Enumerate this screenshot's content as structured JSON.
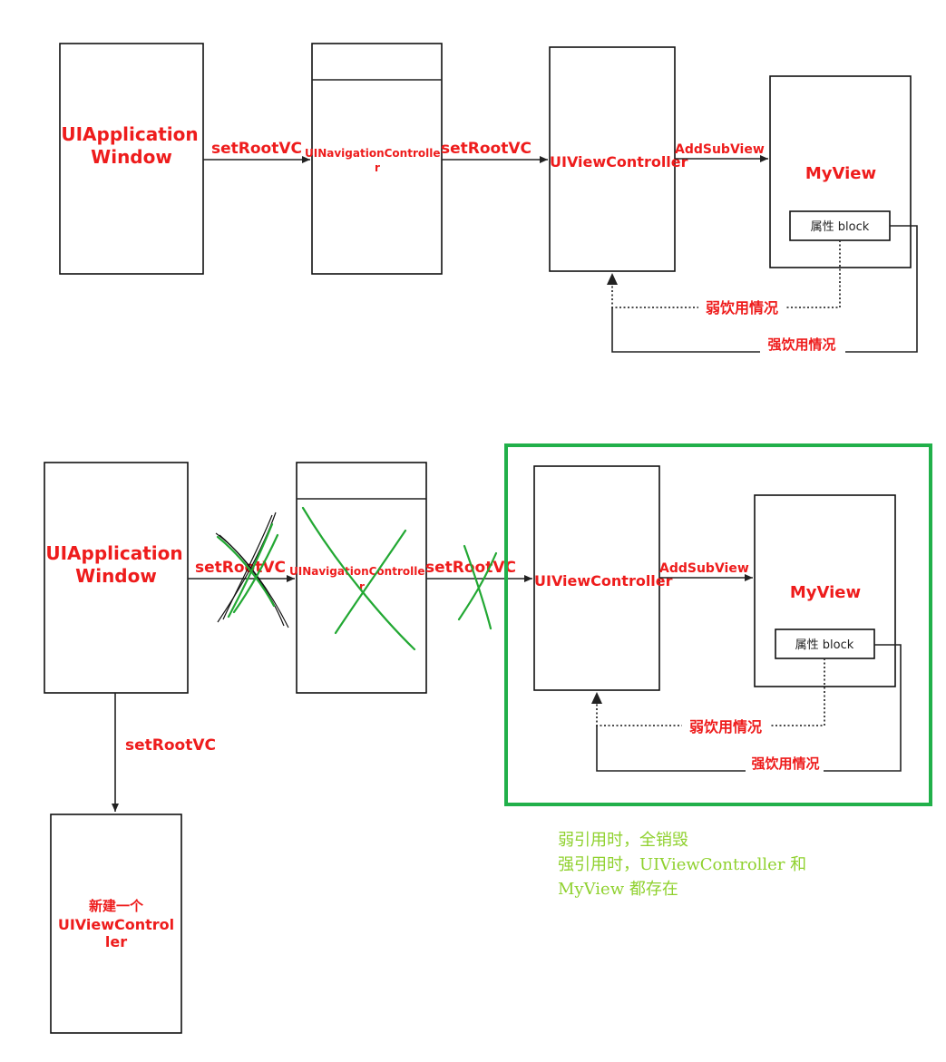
{
  "top": {
    "window_label_1": "UIApplication",
    "window_label_2": "Window",
    "nav_label_1": "UINavigationControlle",
    "nav_label_2": "r",
    "vc_label": "UIViewController",
    "myview_label": "MyView",
    "property_label": "属性 block",
    "edge_setroot_1": "setRootVC",
    "edge_setroot_2": "setRootVC",
    "edge_addsubview": "AddSubView",
    "weak_label": "弱饮用情况",
    "strong_label": "强饮用情况"
  },
  "bottom": {
    "window_label_1": "UIApplication",
    "window_label_2": "Window",
    "nav_label_1": "UINavigationControlle",
    "nav_label_2": "r",
    "vc_label": "UIViewController",
    "myview_label": "MyView",
    "property_label": "属性 block",
    "edge_setroot_1": "setRootVC",
    "edge_setroot_2": "setRootVC",
    "edge_addsubview": "AddSubView",
    "edge_setroot_down": "setRootVC",
    "weak_label": "弱饮用情况",
    "strong_label": "强饮用情况",
    "new_vc_label_1": "新建一个",
    "new_vc_label_2": "UIViewControl",
    "new_vc_label_3": "ler"
  },
  "notes": [
    "弱引用时，全销毁",
    "强引用时，UIViewController 和",
    "MyView 都存在"
  ],
  "colors": {
    "label_red": "#ee1c1c",
    "highlight_green": "#21b04a",
    "note_green": "#8fd12e",
    "cross_green": "#22a833"
  }
}
